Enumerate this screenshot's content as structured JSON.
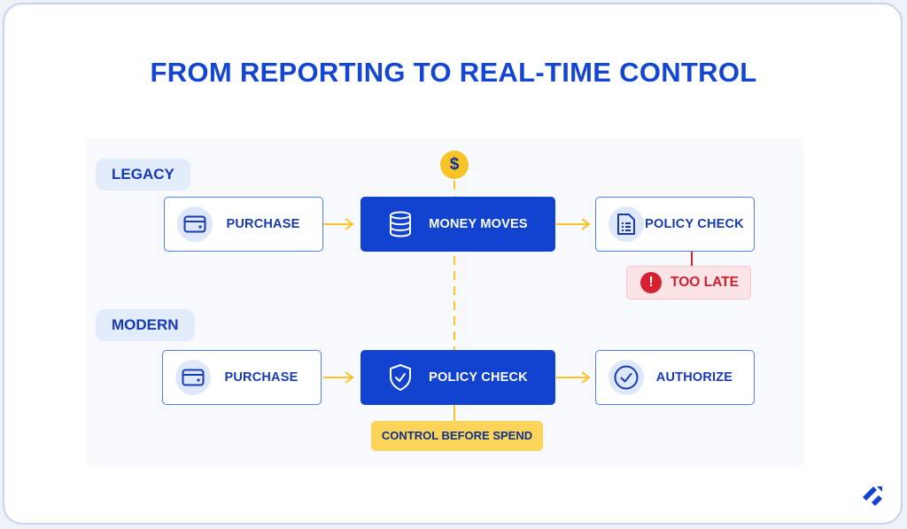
{
  "title": "FROM REPORTING TO REAL-TIME CONTROL",
  "legacy": {
    "label": "LEGACY",
    "steps": [
      {
        "label": "PURCHASE",
        "icon": "credit-card-icon"
      },
      {
        "label": "MONEY MOVES",
        "icon": "database-icon"
      },
      {
        "label": "POLICY CHECK",
        "icon": "document-list-icon"
      }
    ],
    "coin_symbol": "$",
    "warning": "TOO LATE"
  },
  "modern": {
    "label": "MODERN",
    "steps": [
      {
        "label": "PURCHASE",
        "icon": "credit-card-icon"
      },
      {
        "label": "POLICY CHECK",
        "icon": "shield-check-icon"
      },
      {
        "label": "AUTHORIZE",
        "icon": "check-circle-icon"
      }
    ],
    "callout": "CONTROL BEFORE SPEND"
  },
  "colors": {
    "primary_blue": "#1143d0",
    "accent_yellow": "#f7c325",
    "warning_red": "#d4202f"
  }
}
